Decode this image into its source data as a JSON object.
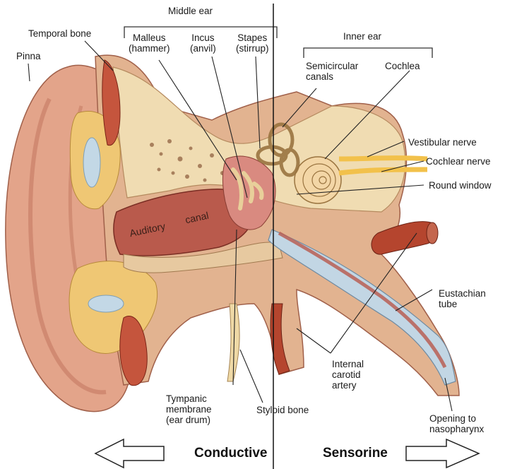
{
  "labels": {
    "middle_ear": "Middle ear",
    "temporal_bone": "Temporal bone",
    "pinna": "Pinna",
    "malleus": "Malleus\n(hammer)",
    "incus": "Incus\n(anvil)",
    "stapes": "Stapes\n(stirrup)",
    "inner_ear": "Inner ear",
    "semicircular": "Semicircular\ncanals",
    "cochlea": "Cochlea",
    "vestibular_nerve": "Vestibular nerve",
    "cochlear_nerve": "Cochlear nerve",
    "round_window": "Round window",
    "auditory": "Auditory",
    "canal": "canal",
    "eustachian": "Eustachian\ntube",
    "internal_carotid": "Internal\ncarotid\nartery",
    "tympanic": "Tympanic\nmembrane\n(ear drum)",
    "styloid": "Styloid bone",
    "opening": "Opening to\nnasopharynx"
  },
  "bottom": {
    "conductive": "Conductive",
    "sensorineural": "Sensorine"
  },
  "colors": {
    "skin": "#e8a98e",
    "skin_dark": "#c9785f",
    "bone": "#f1dfb8",
    "fat": "#eec06a",
    "canal": "#b8574a",
    "artery": "#b5452e",
    "nerve": "#f2c14b",
    "membrane": "#c2d6e4"
  }
}
